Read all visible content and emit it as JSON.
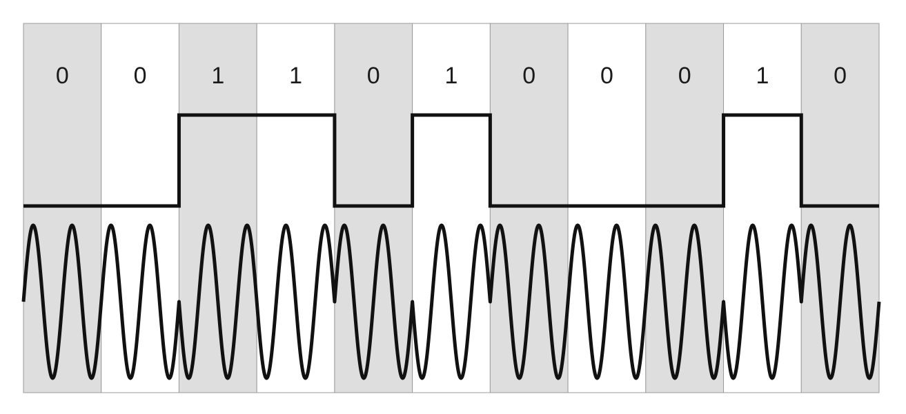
{
  "bits": [
    "0",
    "0",
    "1",
    "1",
    "0",
    "1",
    "0",
    "0",
    "0",
    "1",
    "0"
  ],
  "colors": {
    "shaded_cell": "#dedede",
    "plain_cell": "#ffffff",
    "border": "#9a9a9a",
    "signal": "#111111"
  },
  "phase_shift_keyed_signal": {
    "cycles_per_bit": 2,
    "phase_shift_on_bit_change_deg": 180
  }
}
